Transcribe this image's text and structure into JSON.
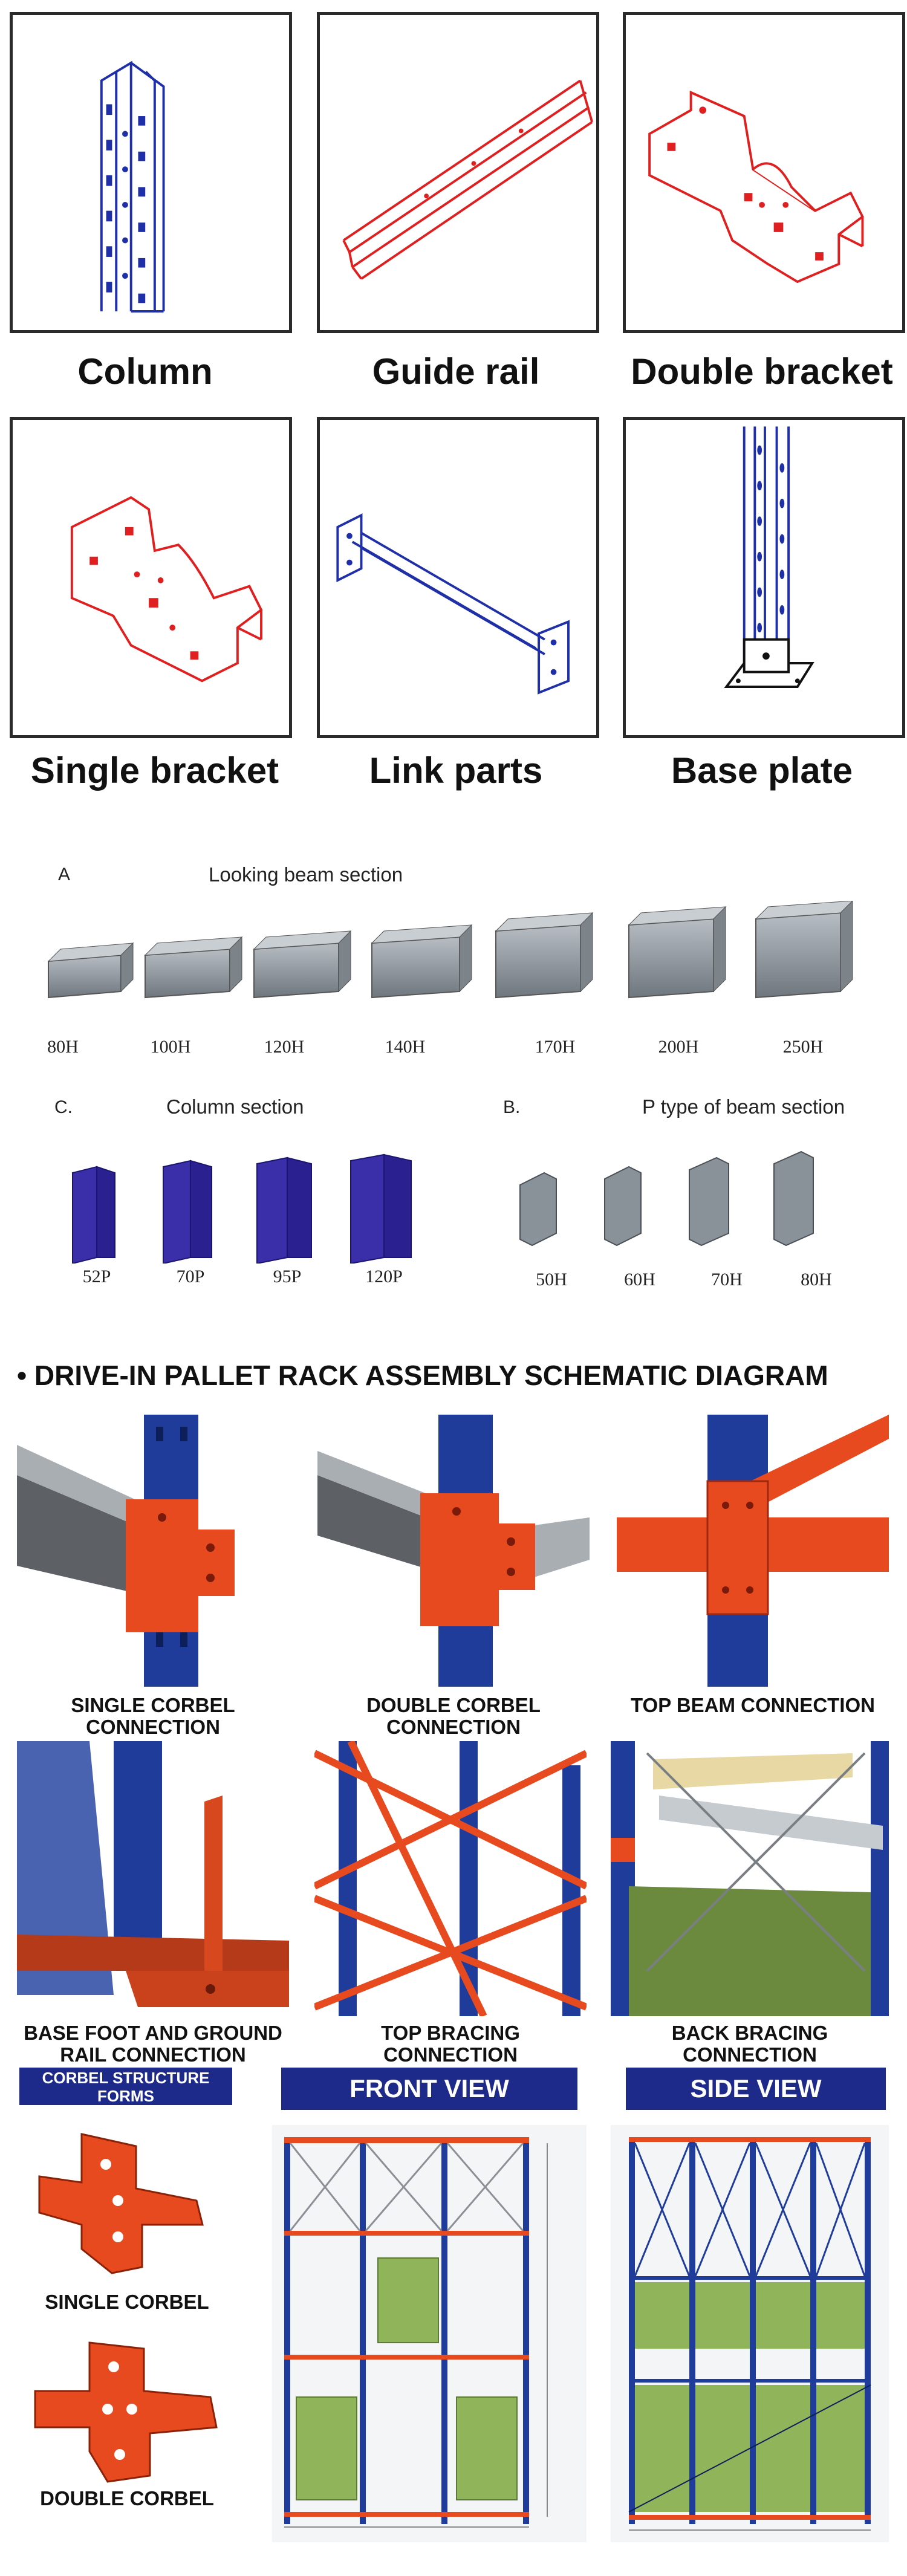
{
  "components": [
    {
      "name": "Column"
    },
    {
      "name": "Guide rail"
    },
    {
      "name": "Double bracket"
    },
    {
      "name": "Single bracket"
    },
    {
      "name": "Link parts"
    },
    {
      "name": "Base plate"
    }
  ],
  "sections": {
    "beam": {
      "letter": "A",
      "title": "Looking beam section",
      "sizes": [
        "80H",
        "100H",
        "120H",
        "140H",
        "170H",
        "200H",
        "250H"
      ]
    },
    "column": {
      "letter": "C.",
      "title": "Column section",
      "sizes": [
        "52P",
        "70P",
        "95P",
        "120P"
      ]
    },
    "ptype": {
      "letter": "B.",
      "title": "P type of beam section",
      "sizes": [
        "50H",
        "60H",
        "70H",
        "80H"
      ]
    }
  },
  "schematic": {
    "heading": "• DRIVE-IN PALLET RACK ASSEMBLY SCHEMATIC DIAGRAM",
    "connections": [
      {
        "caption": "SINGLE CORBEL CONNECTION"
      },
      {
        "caption": "DOUBLE CORBEL CONNECTION"
      },
      {
        "caption": "TOP BEAM CONNECTION"
      },
      {
        "caption": "BASE FOOT AND GROUND RAIL CONNECTION"
      },
      {
        "caption": "TOP BRACING CONNECTION"
      },
      {
        "caption": "BACK BRACING CONNECTION"
      }
    ],
    "corbel_banner": "CORBEL STRUCTURE FORMS",
    "front_banner": "FRONT VIEW",
    "side_banner": "SIDE VIEW",
    "single_corbel": "SINGLE CORBEL",
    "double_corbel": "DOUBLE CORBEL"
  },
  "colors": {
    "frame_blue": "#1f3c9a",
    "accent_red": "#e84a1f",
    "beam_grey": "#8a9096",
    "pallet_green": "#8fb45a",
    "banner_navy": "#1e2a8a"
  }
}
